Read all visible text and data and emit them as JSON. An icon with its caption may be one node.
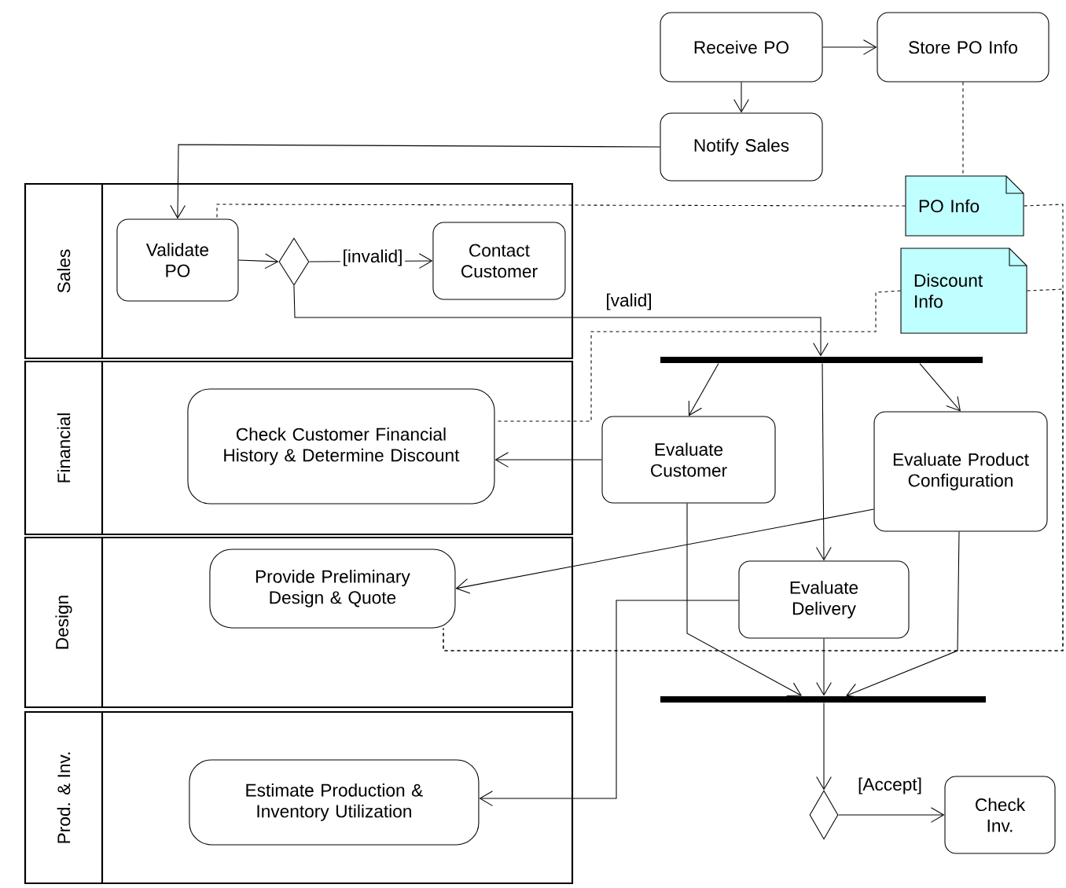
{
  "diagram": {
    "nodes": [
      {
        "text": [
          "Sales"
        ]
      },
      {
        "text": [
          "Financial"
        ]
      },
      {
        "text": [
          "Design"
        ]
      },
      {
        "text": [
          "Prod. & Inv."
        ]
      },
      {
        "text": [
          "Receive PO"
        ]
      },
      {
        "text": [
          "Store PO Info"
        ]
      },
      {
        "text": [
          "Notify Sales"
        ]
      },
      {
        "text": [
          "PO Info"
        ]
      },
      {
        "text": [
          "Discount Info"
        ]
      },
      {
        "text": [
          "Validate PO"
        ],
        "in": 0
      },
      {
        "text": [],
        "shape": "diamond",
        "in": 0
      },
      {
        "text": [
          "Contact Customer"
        ],
        "in": 0
      },
      {
        "text": [],
        "shape": "bar"
      },
      {
        "text": [
          "Evaluate Customer"
        ]
      },
      {
        "text": [
          "Evaluate Product Configuration"
        ]
      },
      {
        "text": [
          "Check Customer Financial History & Determine Discount"
        ],
        "in": 1
      },
      {
        "text": [
          "Evaluate Delivery"
        ]
      },
      {
        "text": [
          "Provide Preliminary Design & Quote"
        ],
        "in": 2
      },
      {
        "text": [],
        "shape": "bar"
      },
      {
        "text": [
          "Estimate Production & Inventory Utilization"
        ],
        "in": 3
      },
      {
        "text": [],
        "shape": "diamond"
      },
      {
        "text": [
          "Check Inv."
        ]
      }
    ],
    "edges": [
      {
        "from": 4,
        "to": 5,
        "arrow": "to"
      },
      {
        "from": 4,
        "to": 6,
        "arrow": "to"
      },
      {
        "from": 6,
        "to": 9,
        "arrow": "to"
      },
      {
        "from": 9,
        "to": 10,
        "arrow": "to"
      },
      {
        "from": 10,
        "to": 11,
        "arrow": "to",
        "label": "[invalid]"
      },
      {
        "from": 10,
        "to": 12,
        "arrow": "to",
        "label": "[valid]"
      },
      {
        "from": 5,
        "to": 7,
        "arrow": "none",
        "style": "dashed"
      },
      {
        "from": 7,
        "to": 9,
        "arrow": "none",
        "style": "dashed"
      },
      {
        "from": 7,
        "to": 17,
        "arrow": "none",
        "style": "dashed"
      },
      {
        "from": 8,
        "to": 17,
        "arrow": "none",
        "style": "dashed"
      },
      {
        "from": 8,
        "to": 15,
        "arrow": "none",
        "style": "dashed"
      },
      {
        "from": 12,
        "to": 13,
        "arrow": "to"
      },
      {
        "from": 12,
        "to": 16,
        "arrow": "to"
      },
      {
        "from": 12,
        "to": 14,
        "arrow": "to"
      },
      {
        "from": 13,
        "to": 15,
        "arrow": "to"
      },
      {
        "from": 14,
        "to": 17,
        "arrow": "to"
      },
      {
        "from": 16,
        "to": 19,
        "arrow": "to"
      },
      {
        "from": 13,
        "to": 18,
        "arrow": "to"
      },
      {
        "from": 16,
        "to": 18,
        "arrow": "to"
      },
      {
        "from": 14,
        "to": 18,
        "arrow": "to"
      },
      {
        "from": 18,
        "to": 20,
        "arrow": "to"
      },
      {
        "from": 20,
        "to": 21,
        "arrow": "to",
        "label": "[Accept]"
      }
    ]
  }
}
